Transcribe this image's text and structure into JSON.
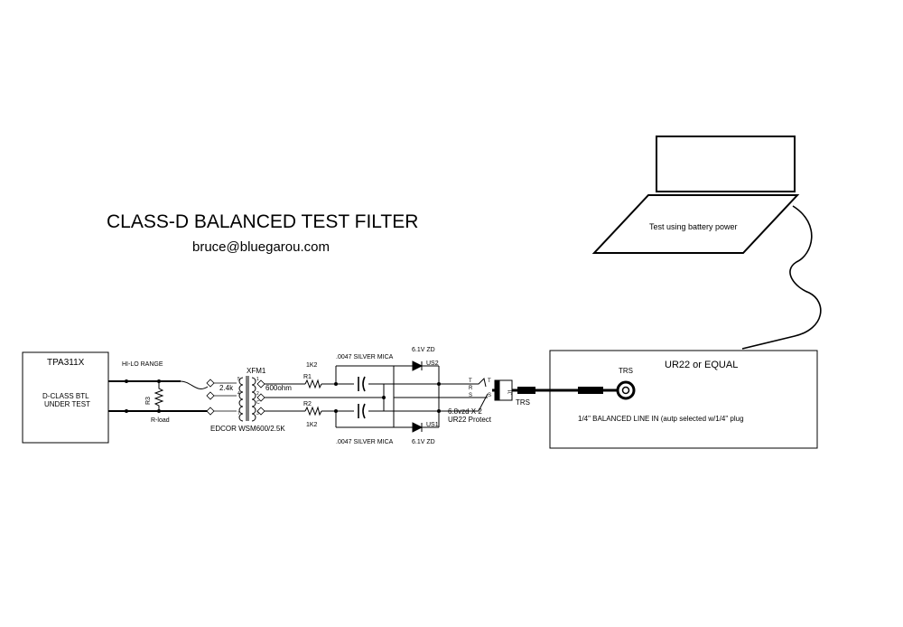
{
  "title": "CLASS-D BALANCED TEST FILTER",
  "subtitle": "bruce@bluegarou.com",
  "laptop": {
    "label": "Test using battery power"
  },
  "interface": {
    "name": "UR22 or EQUAL",
    "jack_label": "TRS",
    "description": "1/4\" BALANCED LINE IN (autp selected w/1/4\" plug"
  },
  "dut": {
    "name": "TPA311X",
    "line1": "D-CLASS BTL",
    "line2": "UNDER TEST"
  },
  "labels": {
    "hilo": "HI-LO RANGE",
    "r3": "R3",
    "rload": "R-load",
    "xfm": "XFM1",
    "ratio": "2.4k",
    "imp": "600ohm",
    "edcor": "EDCOR  WSM600/2.5K",
    "pin5": "5",
    "pin4": "4",
    "pin1": "1",
    "pin2": "2",
    "pinC": "C",
    "pin7": "7",
    "pin3": "3",
    "r1": "R1",
    "r1v": "1K2",
    "r2": "R2",
    "r2v": "1K2",
    "mica_top": ".0047 SILVER MICA",
    "mica_bot": ".0047 SILVER MICA",
    "zd_top": "6.1V ZD",
    "zd_bot": "6.1V ZD",
    "us2": "US2",
    "us1": "US1",
    "t1": "T",
    "r": "R",
    "s": "S",
    "t2": "T",
    "s2": "S",
    "j1": "J1",
    "prot1": "6.8vzd X 2",
    "prot2": "UR22 Protect",
    "trs": "TRS"
  }
}
